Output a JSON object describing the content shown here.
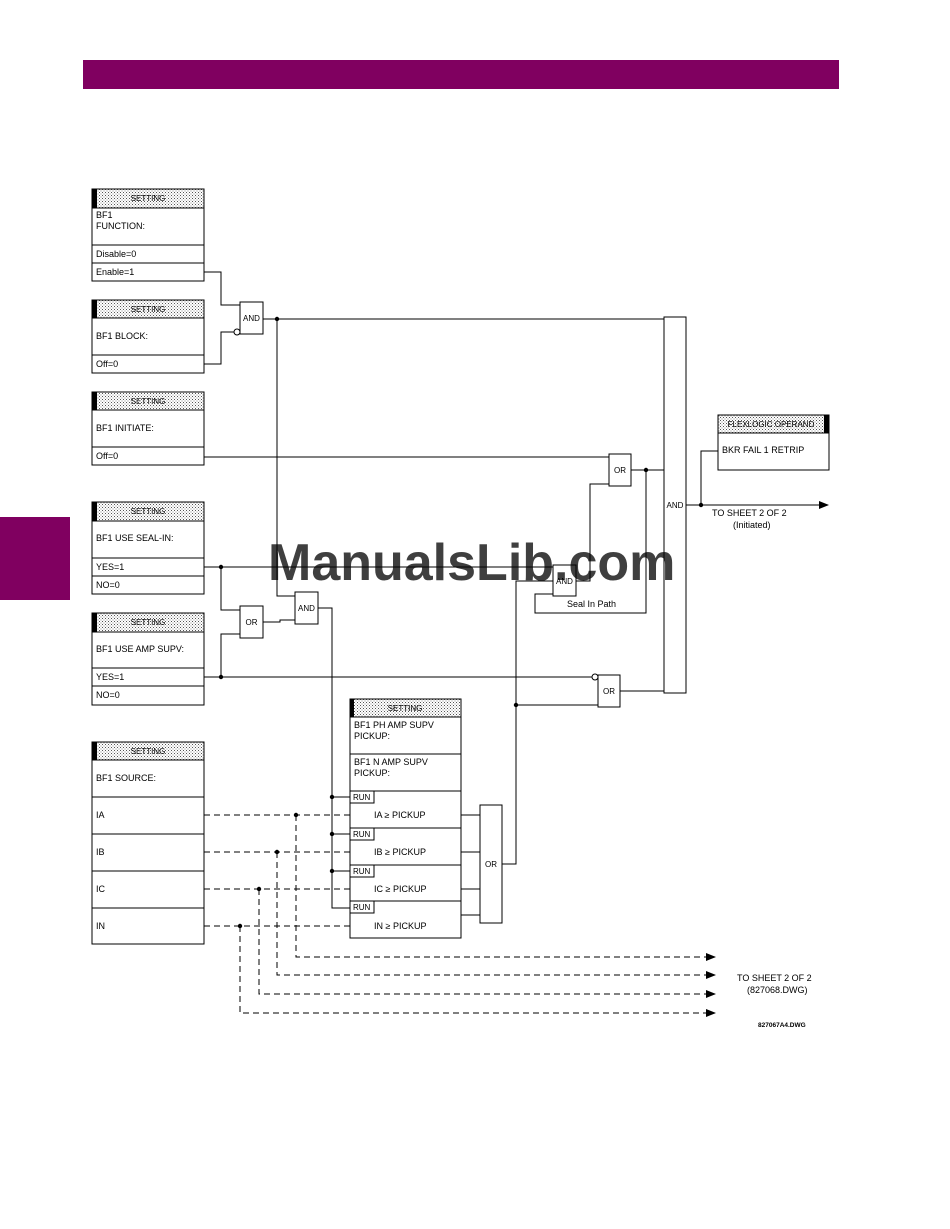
{
  "colors": {
    "brand_band": "#800060",
    "watermark": "#b8cfe6"
  },
  "watermark": "ManualsLib.com",
  "setting_header": "SETTING",
  "settings": {
    "function": {
      "title1": "BF1",
      "title2": "FUNCTION:",
      "opt1": "Disable=0",
      "opt2": "Enable=1"
    },
    "block": {
      "title": "BF1  BLOCK:",
      "opt1": "Off=0"
    },
    "initiate": {
      "title": "BF1  INITIATE:",
      "opt1": "Off=0"
    },
    "seal_in": {
      "title": "BF1  USE  SEAL-IN:",
      "opt1": "YES=1",
      "opt2": "NO=0"
    },
    "amp_supv": {
      "title": "BF1  USE  AMP  SUPV:",
      "opt1": "YES=1",
      "opt2": "NO=0"
    },
    "source": {
      "title": "BF1  SOURCE:",
      "items": [
        "IA",
        "IB",
        "IC",
        "IN"
      ]
    },
    "pickup": {
      "ph_line1": "BF1  PH  AMP  SUPV",
      "ph_line2": "PICKUP:",
      "n_line1": "BF1  N  AMP  SUPV",
      "n_line2": "PICKUP:",
      "run": "RUN",
      "rows": [
        "IA  ≥  PICKUP",
        "IB  ≥  PICKUP",
        "IC  ≥  PICKUP",
        "IN  ≥  PICKUP"
      ]
    }
  },
  "gates": {
    "and": "AND",
    "or": "OR"
  },
  "seal_in_path": "Seal  In  Path",
  "flexlogic": {
    "header": "FLEXLOGIC  OPERAND",
    "value": "BKR  FAIL  1  RETRIP"
  },
  "sheet_ref_1": {
    "line1": "TO  SHEET  2  OF  2",
    "line2": "(Initiated)"
  },
  "sheet_ref_2": {
    "line1": "TO  SHEET  2  OF  2",
    "line2": "(827068.DWG)"
  },
  "drawing_number": "827067A4.DWG"
}
